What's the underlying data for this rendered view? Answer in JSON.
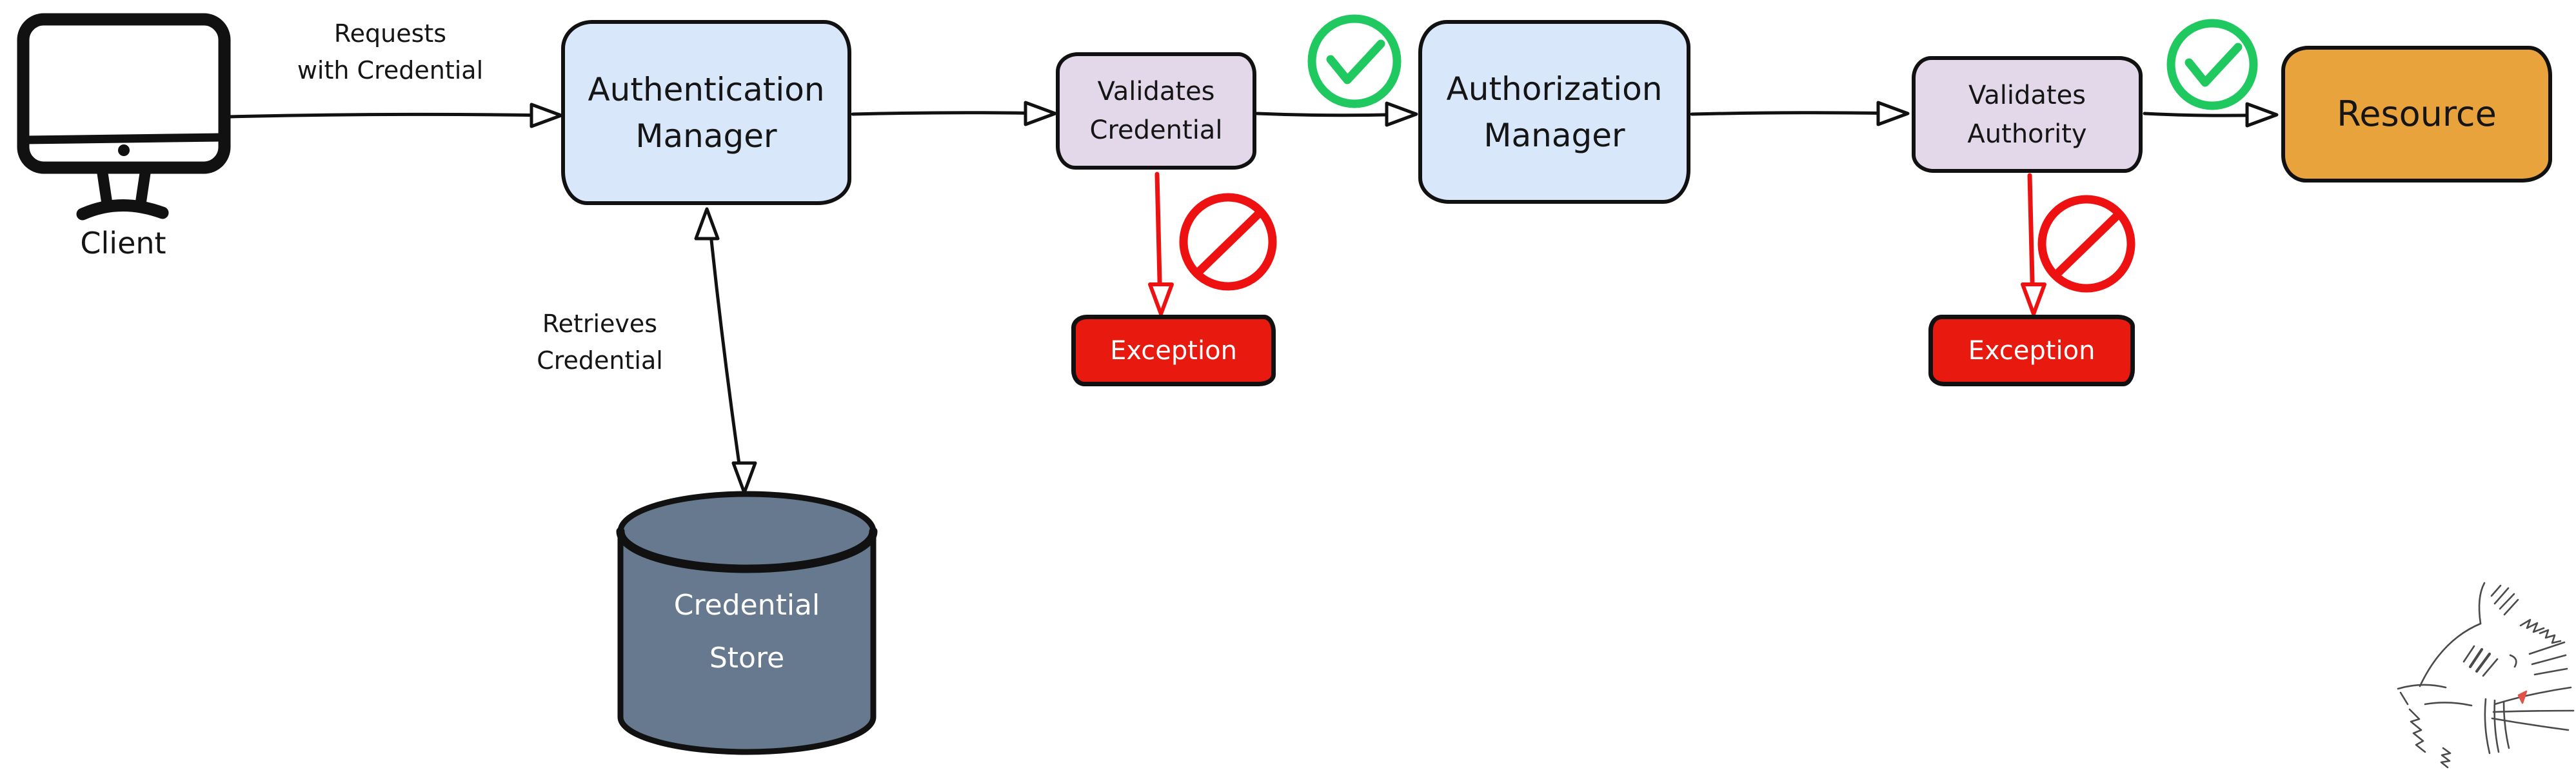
{
  "diagram": {
    "type": "flowchart",
    "nodes": {
      "client": {
        "label": "Client",
        "shape": "monitor-icon"
      },
      "auth_manager": {
        "label": [
          "Authentication",
          "Manager"
        ]
      },
      "validates_credential": {
        "label": [
          "Validates",
          "Credential"
        ]
      },
      "exception_auth": {
        "label": "Exception"
      },
      "authorization_manager": {
        "label": [
          "Authorization",
          "Manager"
        ]
      },
      "validates_authority": {
        "label": [
          "Validates",
          "Authority"
        ]
      },
      "exception_authz": {
        "label": "Exception"
      },
      "resource": {
        "label": "Resource"
      },
      "credential_store": {
        "label": [
          "Credential",
          "Store"
        ],
        "shape": "database-cylinder"
      }
    },
    "edge_labels": {
      "requests": [
        "Requests",
        "with Credential"
      ],
      "retrieves": [
        "Retrieves",
        "Credential"
      ]
    },
    "icons": {
      "success": "green-check-circle",
      "failure": "red-no-entry",
      "client": "computer-monitor",
      "decoration": "cat-sketch"
    }
  },
  "colors": {
    "ink": "#111111",
    "fill-blue": "#d9e7fb",
    "fill-purple": "#e3d8e9",
    "fill-orange": "#e8a33d",
    "fill-red": "#e8190e",
    "fill-slate": "#66798f",
    "check-green": "#1fc95f",
    "denied-red": "#ee1111",
    "text-on-dark": "#ffffff",
    "sketch-gray": "#4a4a4a",
    "cat-nose-red": "#e0524a"
  }
}
